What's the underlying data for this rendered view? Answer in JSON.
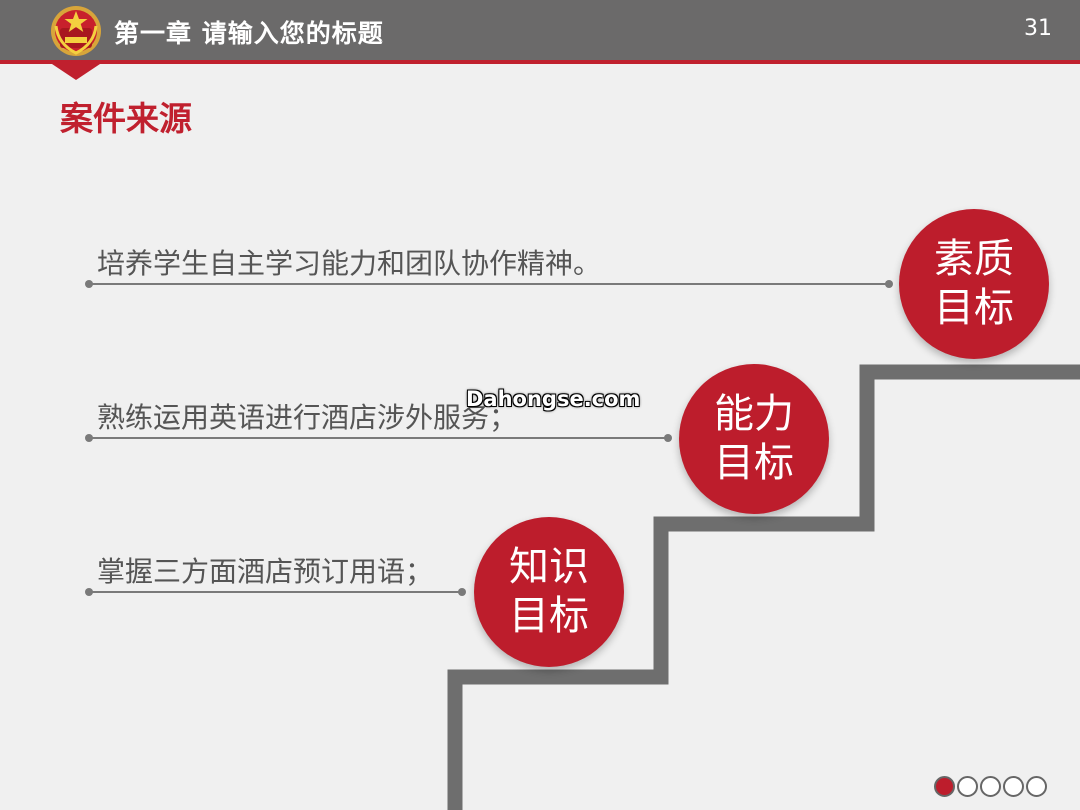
{
  "header": {
    "title": "第一章  请输入您的标题",
    "page_number": "31",
    "emblem_icon": "youth-league-emblem"
  },
  "section": {
    "title": "案件来源"
  },
  "goals": [
    {
      "text": "培养学生自主学习能力和团队协作精神。",
      "circle_line1": "素质",
      "circle_line2": "目标"
    },
    {
      "text": "熟练运用英语进行酒店涉外服务；",
      "circle_line1": "能力",
      "circle_line2": "目标"
    },
    {
      "text": "掌握三方面酒店预订用语；",
      "circle_line1": "知识",
      "circle_line2": "目标"
    }
  ],
  "watermark": "Dahongse.com",
  "pagination": {
    "total": 5,
    "active_index": 0
  },
  "colors": {
    "accent_red": "#c0202e",
    "header_gray": "#6b6a6a",
    "stair_gray": "#6e6e6e",
    "text_gray": "#555555",
    "background": "#f0f0f0"
  }
}
